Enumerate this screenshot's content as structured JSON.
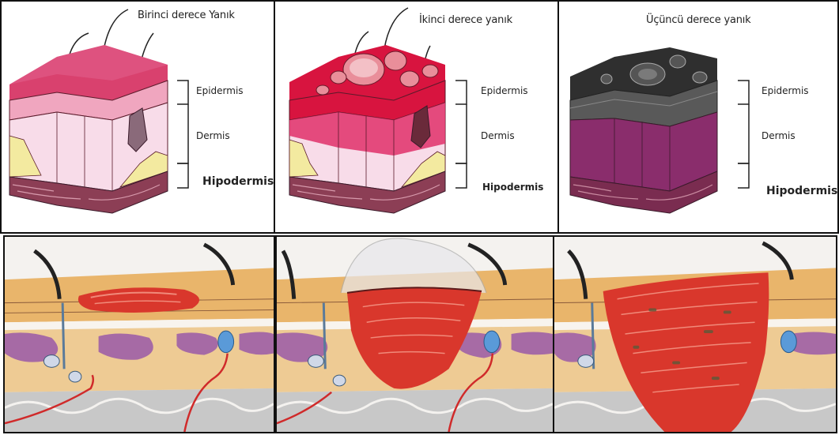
{
  "top_row": [
    {
      "title": "Birinci derece Yanık",
      "labels": [
        "Epidermis",
        "Dermis",
        "Hipodermis"
      ]
    },
    {
      "title": "İkinci derece yanık",
      "labels": [
        "Epidermis",
        "Dermis",
        "Hipodermis"
      ]
    },
    {
      "title": "Üçüncü derece yanık",
      "labels": [
        "Epidermis",
        "Dermis",
        "Hipodermis"
      ]
    }
  ],
  "colors": {
    "first_degree_surface": "#d9416e",
    "second_degree_surface": "#d8143f",
    "third_degree_surface": "#2f2f2f",
    "dermis_pale": "#f6d7e6",
    "dermis_dark": "#8a2d6c",
    "fat_yellow": "#f3eaa0",
    "hypodermis": "#8c3e55",
    "skin_tan": "#e9b56b",
    "burn_red": "#d9372c",
    "gland_purple": "#9a5aa8"
  }
}
